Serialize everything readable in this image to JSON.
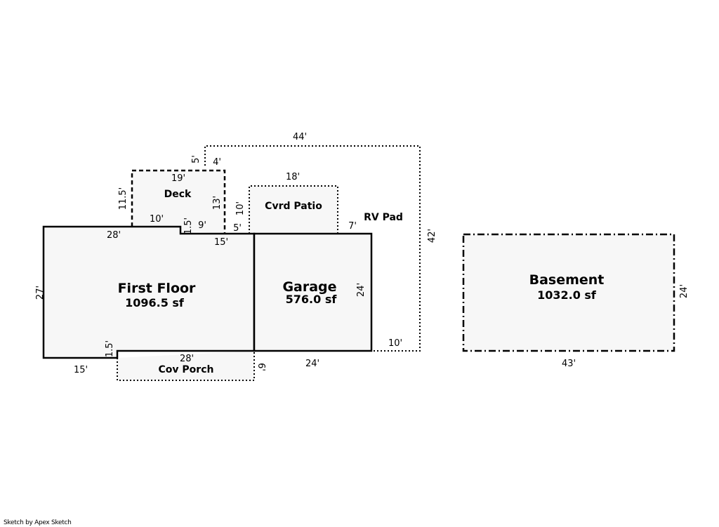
{
  "sketch": {
    "first_floor": {
      "name": "First Floor",
      "area": "1096.5 sf"
    },
    "garage": {
      "name": "Garage",
      "area": "576.0 sf"
    },
    "basement": {
      "name": "Basement",
      "area": "1032.0 sf"
    },
    "deck": {
      "name": "Deck"
    },
    "cvrd_patio": {
      "name": "Cvrd Patio"
    },
    "cov_porch": {
      "name": "Cov Porch"
    },
    "rv_pad": {
      "name": "RV Pad"
    },
    "dims": {
      "rv_top": "44'",
      "rv_right": "42'",
      "rv_bottom": "10'",
      "rv_notch_v": "5'",
      "rv_notch_h": "4'",
      "deck_top": "19'",
      "deck_left": "11.5'",
      "deck_right": "13'",
      "deck_bottom": "10'",
      "deck_step": "1.5'",
      "deck_inner": "9'",
      "patio_top": "18'",
      "patio_left": "10'",
      "patio_left_gap": "5'",
      "patio_right_gap": "7'",
      "ff_top": "28'",
      "ff_top_right": "15'",
      "ff_left": "27'",
      "ff_bottom": "15'",
      "ff_step": "1.5'",
      "porch_top": "28'",
      "porch_right": "6'",
      "garage_right": "24'",
      "garage_bottom": "24'",
      "base_right": "24'",
      "base_bottom": "43'"
    }
  },
  "footer": {
    "credit": "Sketch by Apex Sketch"
  },
  "colors": {
    "fill": "#f7f7f7",
    "stroke": "#000000"
  }
}
